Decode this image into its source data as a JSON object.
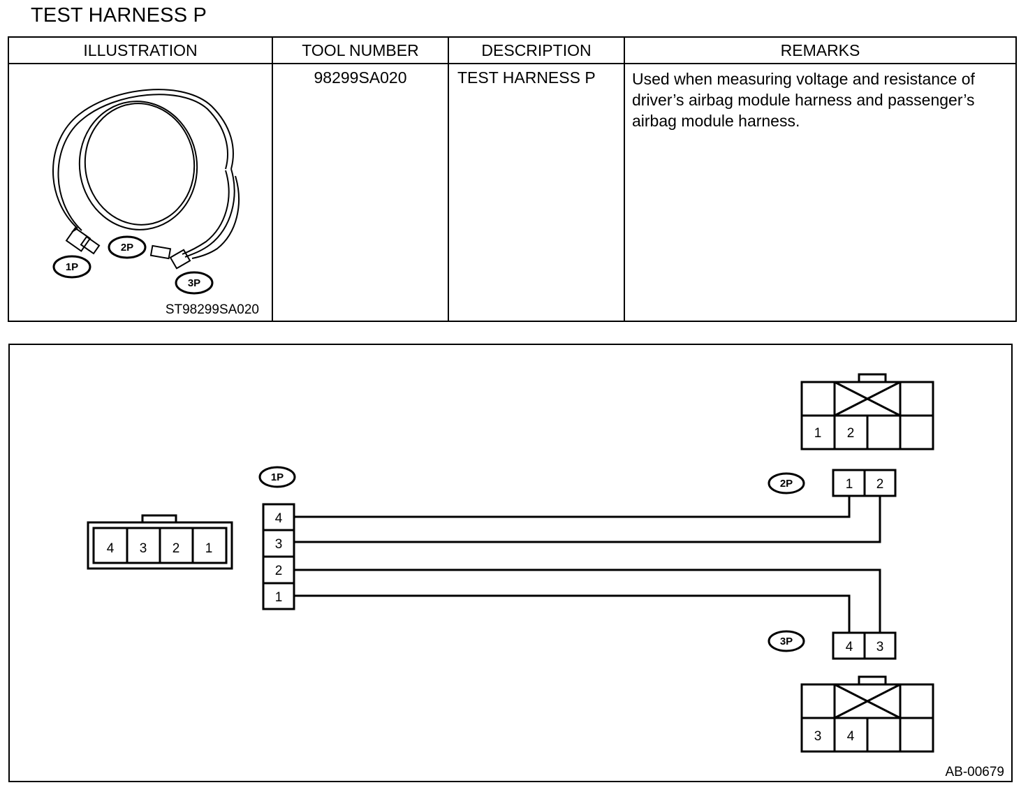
{
  "title": "TEST HARNESS P",
  "table": {
    "headers": [
      "ILLUSTRATION",
      "TOOL NUMBER",
      "DESCRIPTION",
      "REMARKS"
    ],
    "row": {
      "tool_number": "98299SA020",
      "description": "TEST HARNESS P",
      "remarks": "Used when measuring voltage and resistance of driver’s airbag module harness and passenger’s airbag module harness.",
      "illustration_id": "ST98299SA020",
      "illustration_labels": {
        "p1": "1P",
        "p2": "2P",
        "p3": "3P"
      }
    }
  },
  "diagram": {
    "figure_id": "AB-00679",
    "connector_1p": {
      "label": "1P",
      "pins": [
        "4",
        "3",
        "2",
        "1"
      ]
    },
    "connector_2p": {
      "label": "2P",
      "pins": [
        "1",
        "2"
      ]
    },
    "connector_3p": {
      "label": "3P",
      "pins": [
        "4",
        "3"
      ]
    },
    "face_left": {
      "pins": [
        "4",
        "3",
        "2",
        "1"
      ]
    },
    "face_top": {
      "pins": [
        "1",
        "2"
      ]
    },
    "face_bottom": {
      "pins": [
        "3",
        "4"
      ]
    }
  }
}
